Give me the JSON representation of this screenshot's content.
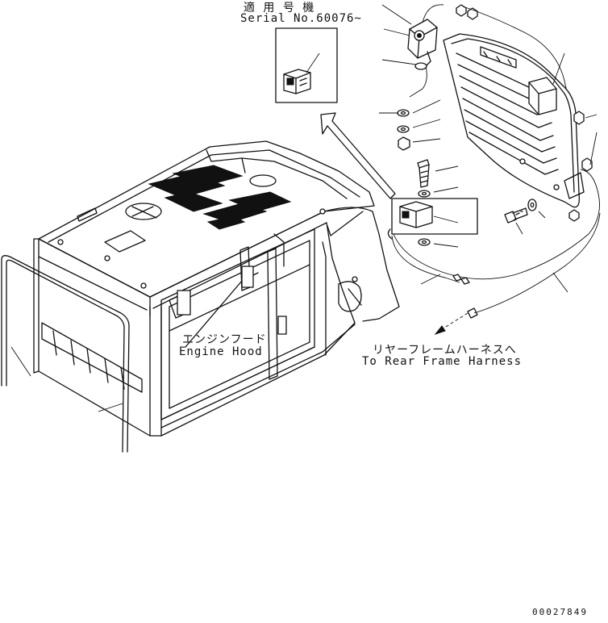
{
  "serial_note": {
    "jp": "適 用 号 機",
    "en": "Serial No.60076~"
  },
  "engine_hood": {
    "jp": "エンジンフード",
    "en": "Engine Hood"
  },
  "rear_harness": {
    "jp": "リヤーフレームハーネスへ",
    "en": "To Rear Frame Harness"
  },
  "drawing_number": "00027849"
}
